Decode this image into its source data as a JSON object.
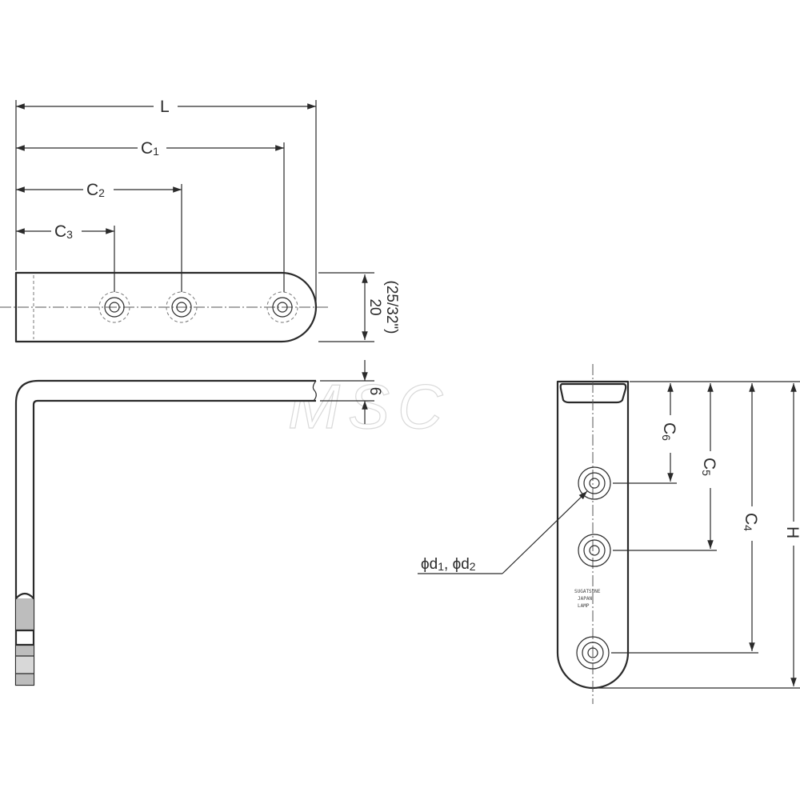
{
  "watermark": "MSC",
  "dimensions": {
    "length": "L",
    "c1": "C",
    "c1_sub": "1",
    "c2": "C",
    "c2_sub": "2",
    "c3": "C",
    "c3_sub": "3",
    "width_mm": "20",
    "width_in": "(25/32\")",
    "thickness": "6",
    "c4": "C",
    "c4_sub": "4",
    "c5": "C",
    "c5_sub": "5",
    "c6": "C",
    "c6_sub": "6",
    "height": "H"
  },
  "hole_callout": {
    "phi1": "ϕd",
    "sub1": "1",
    "sep": ", ",
    "phi2": "ϕd",
    "sub2": "2"
  },
  "marking": {
    "line1": "SUGATSUNE",
    "line2": "JAPAN",
    "line3": "LAMP"
  }
}
